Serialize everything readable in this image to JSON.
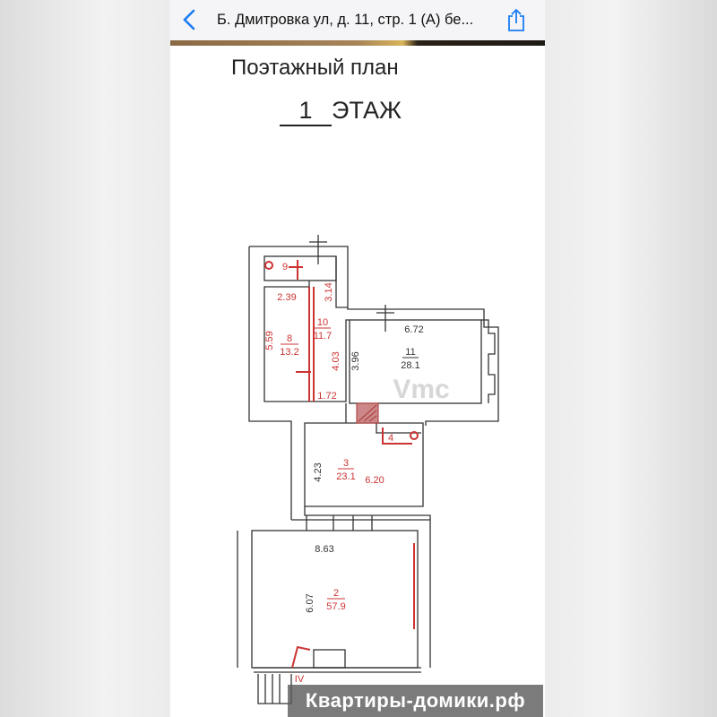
{
  "navbar": {
    "title": "Б. Дмитровка ул, д. 11, стр. 1 (А) бе...",
    "back_icon": "chevron-left-icon",
    "share_icon": "share-icon",
    "accent": "#1a7cf5"
  },
  "plan": {
    "heading": "Поэтажный план",
    "floor_number": "1",
    "floor_label": "ЭТАЖ",
    "watermark_center": "Vmc",
    "rooms": [
      {
        "num": "9"
      },
      {
        "num": "8",
        "area": "13.2",
        "dims": [
          "2.39",
          "5.59"
        ]
      },
      {
        "num": "10",
        "area": "11.7",
        "dims": [
          "3.14",
          "4.03",
          "1.72"
        ]
      },
      {
        "num": "11",
        "area": "28.1",
        "dims": [
          "6.72",
          "3.96"
        ]
      },
      {
        "num": "4"
      },
      {
        "num": "3",
        "area": "23.1",
        "dims": [
          "4.23",
          "6.20"
        ]
      },
      {
        "num": "2",
        "area": "57.9",
        "dims": [
          "8.63",
          "6.07"
        ]
      }
    ],
    "entrance_label": "IV"
  },
  "watermark": "Квартиры-домики.рф"
}
